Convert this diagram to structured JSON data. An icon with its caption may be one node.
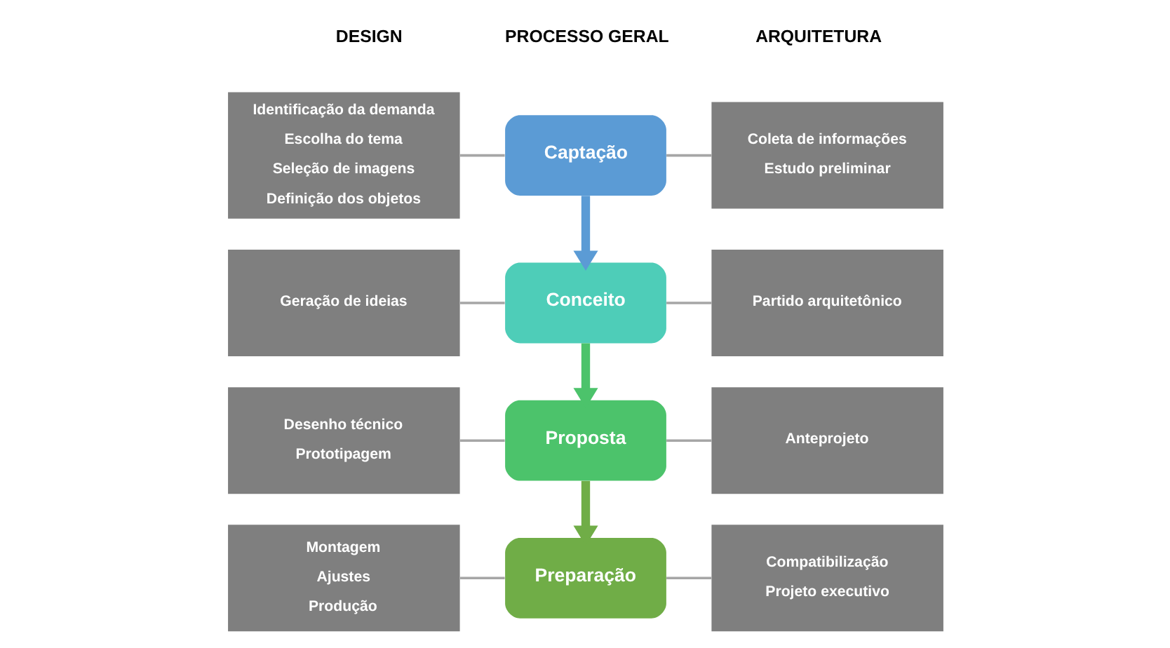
{
  "diagram": {
    "nodes": [
      {
        "text": [
          "Identificação da demanda",
          "Escolha do tema",
          "Seleção de imagens",
          "Definição dos objetos"
        ]
      },
      {
        "text": [
          "Captação"
        ]
      },
      {
        "text": [
          "Coleta de informações",
          "Estudo preliminar"
        ]
      },
      {
        "text": [
          "Geração de ideias"
        ]
      },
      {
        "text": [
          "Conceito"
        ]
      },
      {
        "text": [
          "Partido arquitetônico"
        ]
      },
      {
        "text": [
          "Desenho técnico",
          "Prototipagem"
        ]
      },
      {
        "text": [
          "Proposta"
        ]
      },
      {
        "text": [
          "Anteprojeto"
        ]
      },
      {
        "text": [
          "Montagem",
          "Ajustes",
          "Produção"
        ]
      },
      {
        "text": [
          "Preparação"
        ]
      },
      {
        "text": [
          "Compatibilização",
          "Projeto executivo"
        ]
      }
    ],
    "edges": [
      {
        "from": 0,
        "to": 1,
        "arrow": "none"
      },
      {
        "from": 1,
        "to": 2,
        "arrow": "none"
      },
      {
        "from": 1,
        "to": 4,
        "arrow": "to",
        "style": "thick",
        "color": "#5b9bd5"
      },
      {
        "from": 3,
        "to": 4,
        "arrow": "none"
      },
      {
        "from": 4,
        "to": 5,
        "arrow": "none"
      },
      {
        "from": 4,
        "to": 7,
        "arrow": "to",
        "style": "thick",
        "color": "#4cc36b"
      },
      {
        "from": 6,
        "to": 7,
        "arrow": "none"
      },
      {
        "from": 7,
        "to": 8,
        "arrow": "none"
      },
      {
        "from": 7,
        "to": 10,
        "arrow": "to",
        "style": "thick",
        "color": "#70ad47"
      },
      {
        "from": 9,
        "to": 10,
        "arrow": "none"
      },
      {
        "from": 10,
        "to": 11,
        "arrow": "none"
      }
    ],
    "labels": [
      "DESIGN",
      "PROCESSO GERAL",
      "ARQUITETURA"
    ]
  }
}
